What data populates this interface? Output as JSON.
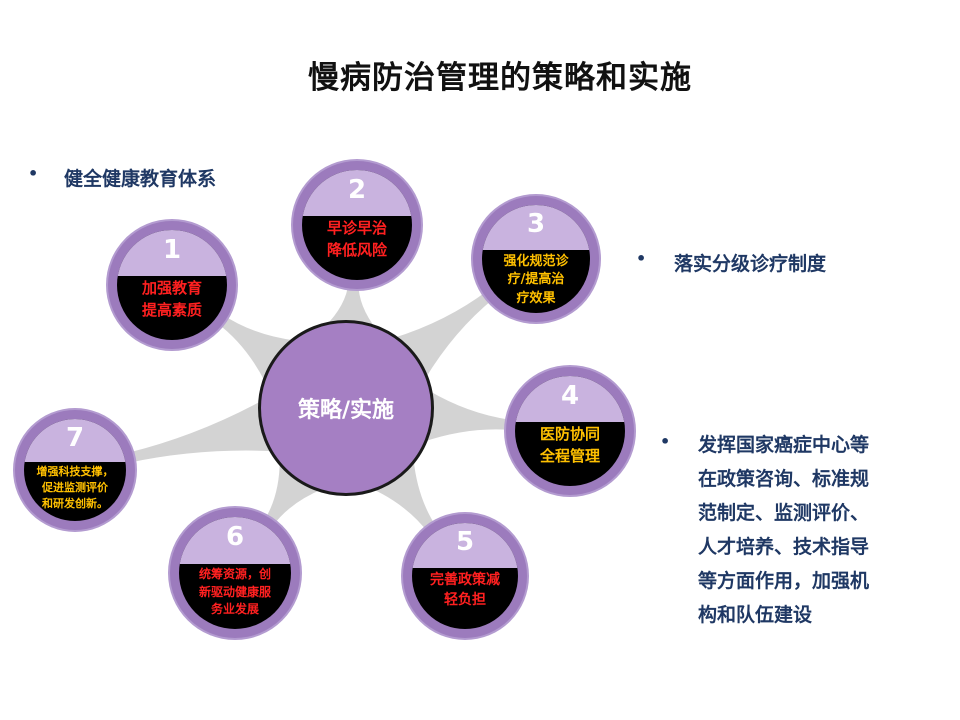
{
  "title": "慢病防治管理的策略和实施",
  "bullets": {
    "dot": "•",
    "left_top": "健全健康教育体系",
    "right_mid": "落实分级诊疗制度",
    "right_bottom": [
      "发挥国家癌症中心等",
      "在政策咨询、标准规",
      "范制定、监测评价、",
      "人才培养、技术指导",
      "等方面作用，加强机",
      "构和队伍建设"
    ]
  },
  "center": {
    "label": "策略/实施"
  },
  "nodes": [
    {
      "num": "1",
      "lines": [
        "加强教育",
        "提高素质"
      ],
      "text_color": "#ff2020"
    },
    {
      "num": "2",
      "lines": [
        "早诊早治",
        "降低风险"
      ],
      "text_color": "#ff2020"
    },
    {
      "num": "3",
      "lines": [
        "强化规范诊",
        "疗/提高治",
        "疗效果"
      ],
      "text_color": "#ffc000"
    },
    {
      "num": "4",
      "lines": [
        "医防协同",
        "全程管理"
      ],
      "text_color": "#ffc000"
    },
    {
      "num": "5",
      "lines": [
        "完善政策减",
        "轻负担"
      ],
      "text_color": "#ff2020"
    },
    {
      "num": "6",
      "lines": [
        "统筹资源，创",
        "新驱动健康服",
        "务业发展"
      ],
      "text_color": "#ff2020"
    },
    {
      "num": "7",
      "lines": [
        "增强科技支撑，",
        "促进监测评价",
        "和研发创新。"
      ],
      "text_color": "#ffc000"
    }
  ],
  "colors": {
    "ring": "#9c7bbd",
    "cap": "#c9b3df",
    "center_fill": "#a57fc3",
    "connector": "#d3d3d3",
    "bullet_text": "#1f3864"
  }
}
